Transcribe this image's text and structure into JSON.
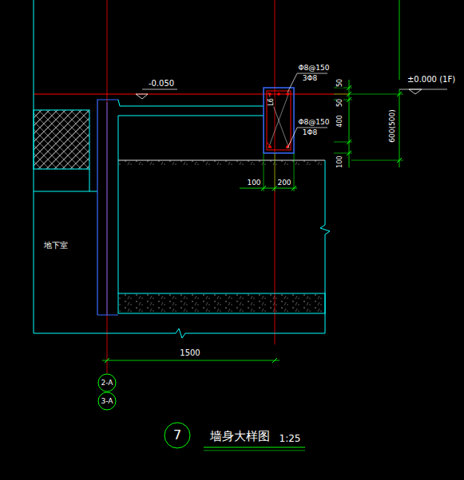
{
  "diagram": {
    "title": "墙身大样图",
    "nodes": [
      {
        "text": [
          "2-A"
        ]
      },
      {
        "text": [
          "3-A"
        ]
      },
      {
        "text": [
          "7"
        ]
      }
    ],
    "labels": [
      "-0.050",
      "±0.000 (1F)",
      "Φ8@150",
      "3Φ8",
      "Φ8@150",
      "1Φ8",
      "50",
      "50",
      "400",
      "100",
      "600(500)",
      "100",
      "200",
      "1500",
      "地下室",
      "L6",
      "1:25"
    ]
  }
}
